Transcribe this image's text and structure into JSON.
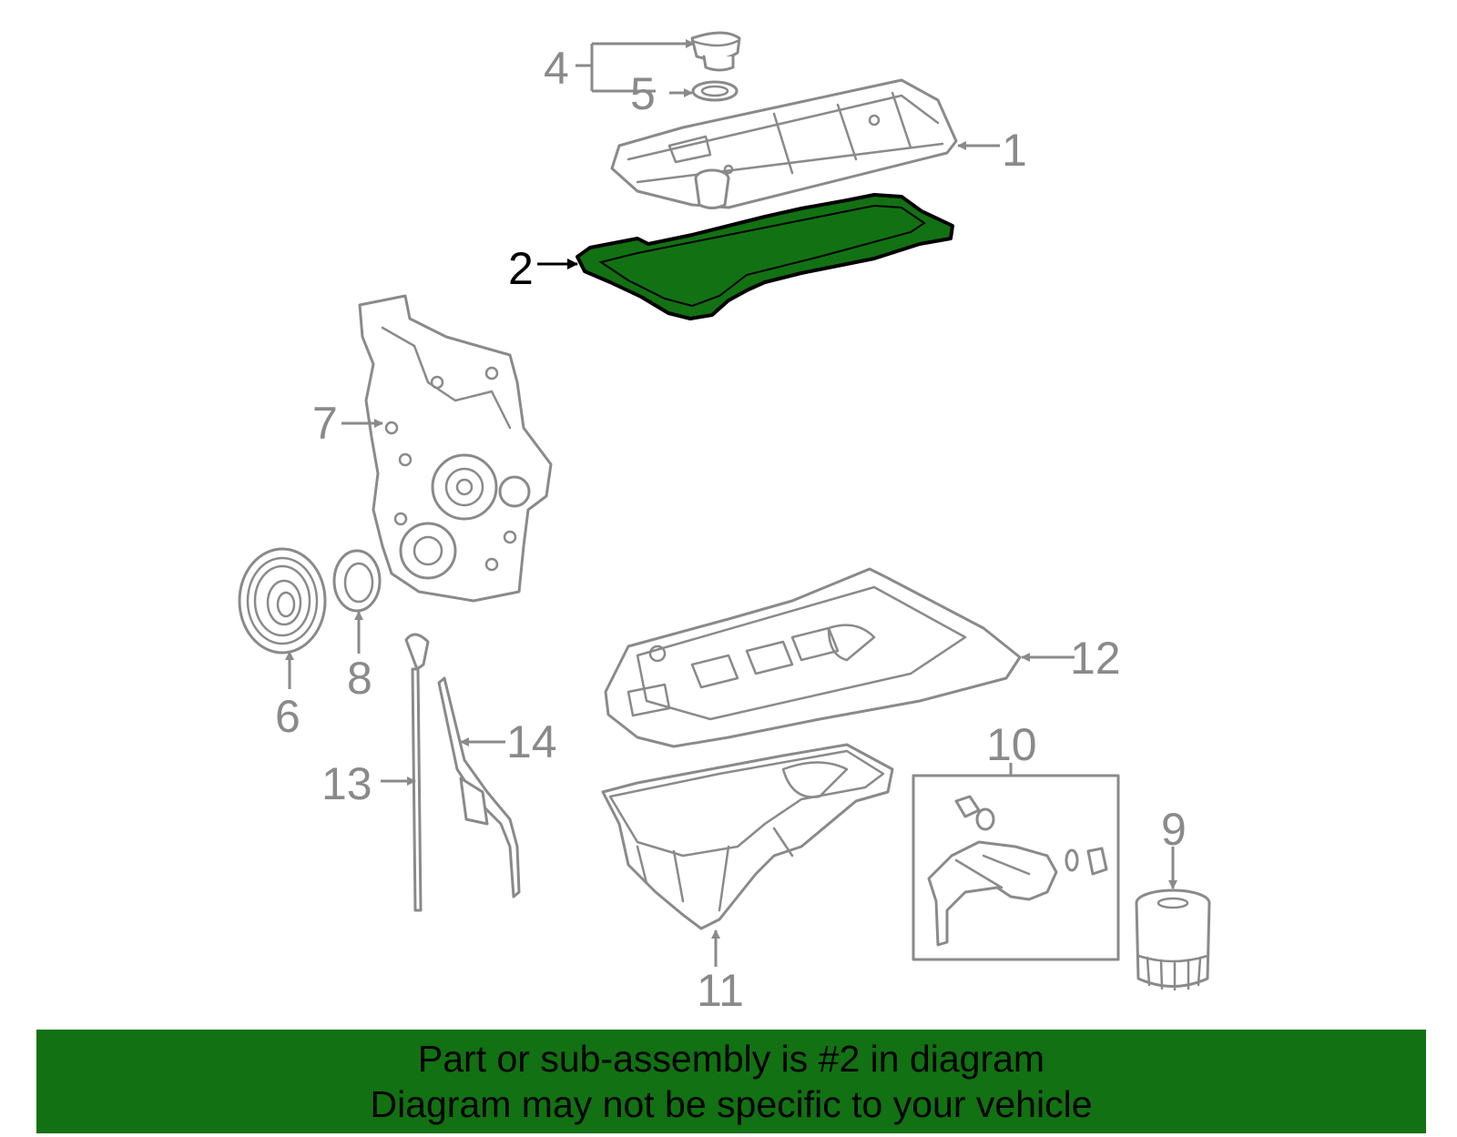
{
  "diagram": {
    "highlight_color": "#127112",
    "highlighted_part": "2",
    "callouts": [
      "1",
      "2",
      "4",
      "5",
      "6",
      "7",
      "8",
      "9",
      "10",
      "11",
      "12",
      "13",
      "14"
    ]
  },
  "banner": {
    "background_color": "#127112",
    "line1": "Part or sub-assembly is #2 in diagram",
    "line2": "Diagram may not be specific to your vehicle"
  }
}
